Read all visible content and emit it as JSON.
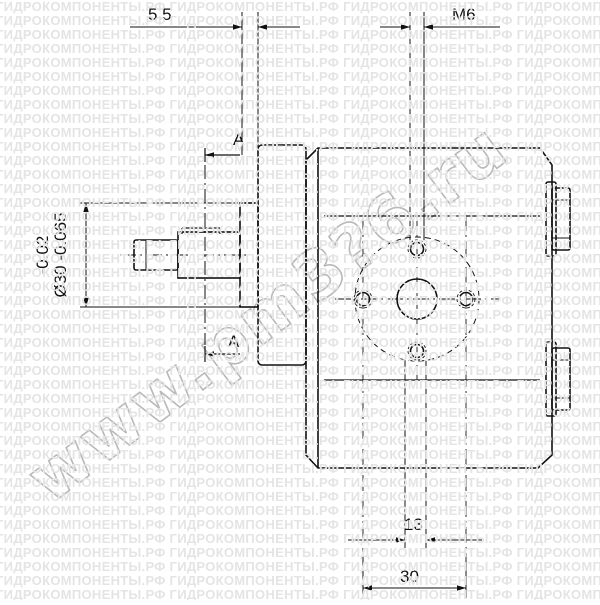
{
  "dimensions": {
    "top_left": "5.5",
    "top_right": "M6",
    "tol_upper": "-0.02",
    "tol_lower": "Ø30 -0.065",
    "bottom_small": "13",
    "bottom_large": "30"
  },
  "section_labels": {
    "top": "A",
    "bottom": "A"
  },
  "watermark": {
    "row_text": "гидрокомпоненты.рф",
    "diagonal_text": "www.pm3?6.ru"
  }
}
